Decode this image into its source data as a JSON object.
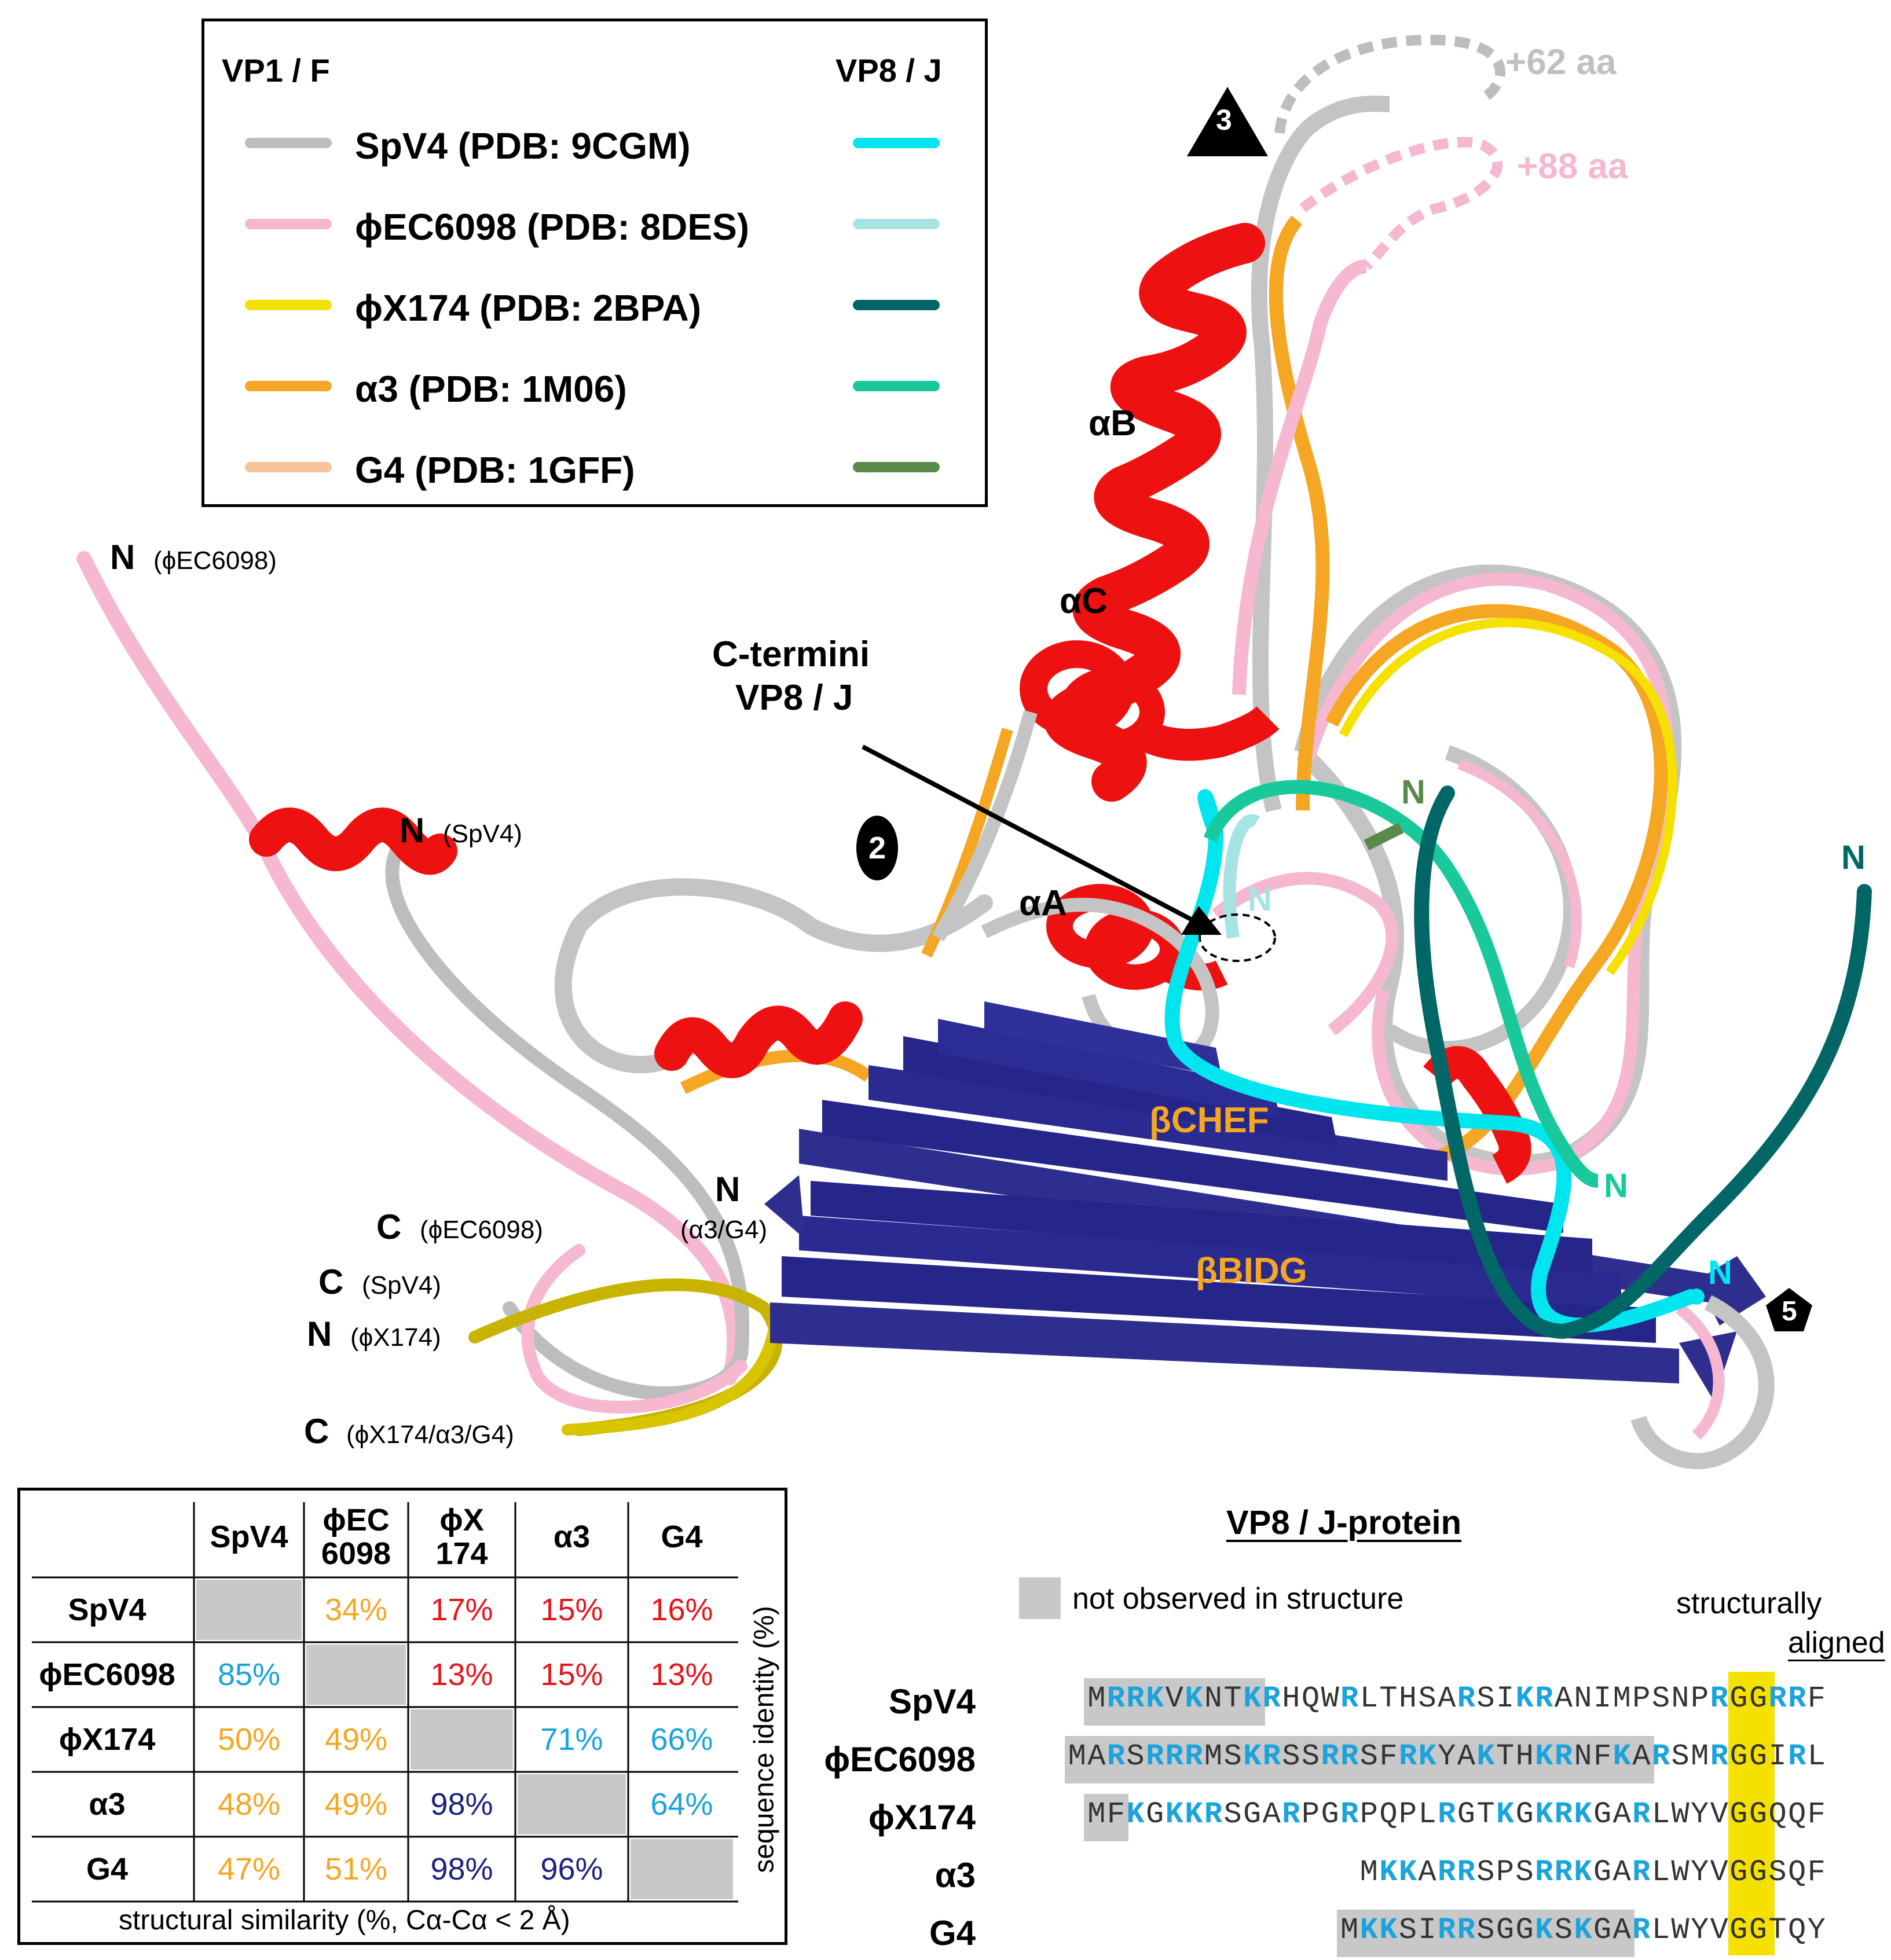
{
  "legend": {
    "left_header": "VP1 / F",
    "right_header": "VP8 / J",
    "entries": [
      {
        "label": "SpV4 (PDB: 9CGM)",
        "vp1_color": "#bdbdbd",
        "vp8_color": "#00e5ee"
      },
      {
        "label": "ϕEC6098 (PDB: 8DES)",
        "vp1_color": "#f6b8d1",
        "vp8_color": "#a6e4e4"
      },
      {
        "label": "ϕX174 (PDB: 2BPA)",
        "vp1_color": "#f5e100",
        "vp8_color": "#006666"
      },
      {
        "label": "α3 (PDB: 1M06)",
        "vp1_color": "#f5a623",
        "vp8_color": "#19c99c"
      },
      {
        "label": "G4 (PDB: 1GFF)",
        "vp1_color": "#f7c49c",
        "vp8_color": "#5a8a4a"
      }
    ]
  },
  "structure_labels": {
    "loop1": "+62 aa",
    "loop2": "+88 aa",
    "helix_b": "αB",
    "helix_c": "αC",
    "helix_a": "αA",
    "beta1": "βCHEF",
    "beta2": "βBIDG",
    "cterm_line1": "C-termini",
    "cterm_line2": "VP8 / J",
    "sym3": "3",
    "sym2": "2",
    "sym5": "5",
    "n_ec6098": "N",
    "n_ec6098_sub": "(ϕEC6098)",
    "n_spv4": "N",
    "n_spv4_sub": "(SpV4)",
    "n_a3g4": "N",
    "n_a3g4_sub": "(α3/G4)",
    "c_ec6098": "C",
    "c_ec6098_sub": "(ϕEC6098)",
    "c_spv4": "C",
    "c_spv4_sub": "(SpV4)",
    "n_x174": "N",
    "n_x174_sub": "(ϕX174)",
    "c_x174": "C",
    "c_x174_sub": "(ϕX174/α3/G4)",
    "n_vp8_green": "N",
    "n_vp8_light": "N",
    "n_vp8_dark": "N",
    "n_vp8_teal": "N",
    "n_vp8_cyan": "N"
  },
  "identity_table": {
    "columns": [
      "SpV4",
      "ϕEC\n6098",
      "ϕX\n174",
      "α3",
      "G4"
    ],
    "rows": [
      {
        "name": "SpV4",
        "cells": [
          "",
          "34%",
          "17%",
          "15%",
          "16%"
        ]
      },
      {
        "name": "ϕEC6098",
        "cells": [
          "85%",
          "",
          "13%",
          "15%",
          "13%"
        ]
      },
      {
        "name": "ϕX174",
        "cells": [
          "50%",
          "49%",
          "",
          "71%",
          "66%"
        ]
      },
      {
        "name": "α3",
        "cells": [
          "48%",
          "49%",
          "98%",
          "",
          "64%"
        ]
      },
      {
        "name": "G4",
        "cells": [
          "47%",
          "51%",
          "98%",
          "96%",
          ""
        ]
      }
    ],
    "cell_colors": [
      [
        "",
        "#f5a623",
        "#e8141b",
        "#e8141b",
        "#e8141b"
      ],
      [
        "#1aa3dc",
        "",
        "#e8141b",
        "#e8141b",
        "#e8141b"
      ],
      [
        "#f5a623",
        "#f5a623",
        "",
        "#1aa3dc",
        "#1aa3dc"
      ],
      [
        "#f5a623",
        "#f5a623",
        "#1a237e",
        "",
        "#1aa3dc"
      ],
      [
        "#f5a623",
        "#f5a623",
        "#1a237e",
        "#1a237e",
        ""
      ]
    ],
    "side_label": "sequence identity (%)",
    "bottom_label": "structural similarity (%, Cα-Cα < 2 Å)"
  },
  "sequence_panel": {
    "title": "VP8 / J-protein",
    "legend_label": "not observed in structure",
    "aligned_label_1": "structurally",
    "aligned_label_2": "aligned",
    "sequences": [
      {
        "name": "SpV4",
        "seq": "MRRKVKNTKRHQWRLTHSARSIKRANIMPSNPRGGRRF"
      },
      {
        "name": "ϕEC6098",
        "seq": "MARSRRRMSKRSSRRSFRKYAKTHKRNFKARSMRGGIRL"
      },
      {
        "name": "ϕX174",
        "seq": "MFKGKKRSGARPGRPQPLRGTKGKRKGARLWYVGGQQF"
      },
      {
        "name": "α3",
        "seq": "MKKARRSPSRRKGARLWYVGGSQF"
      },
      {
        "name": "G4",
        "seq": "MKKSIRRSGGKSKGARLWYVGGTQY"
      }
    ]
  }
}
